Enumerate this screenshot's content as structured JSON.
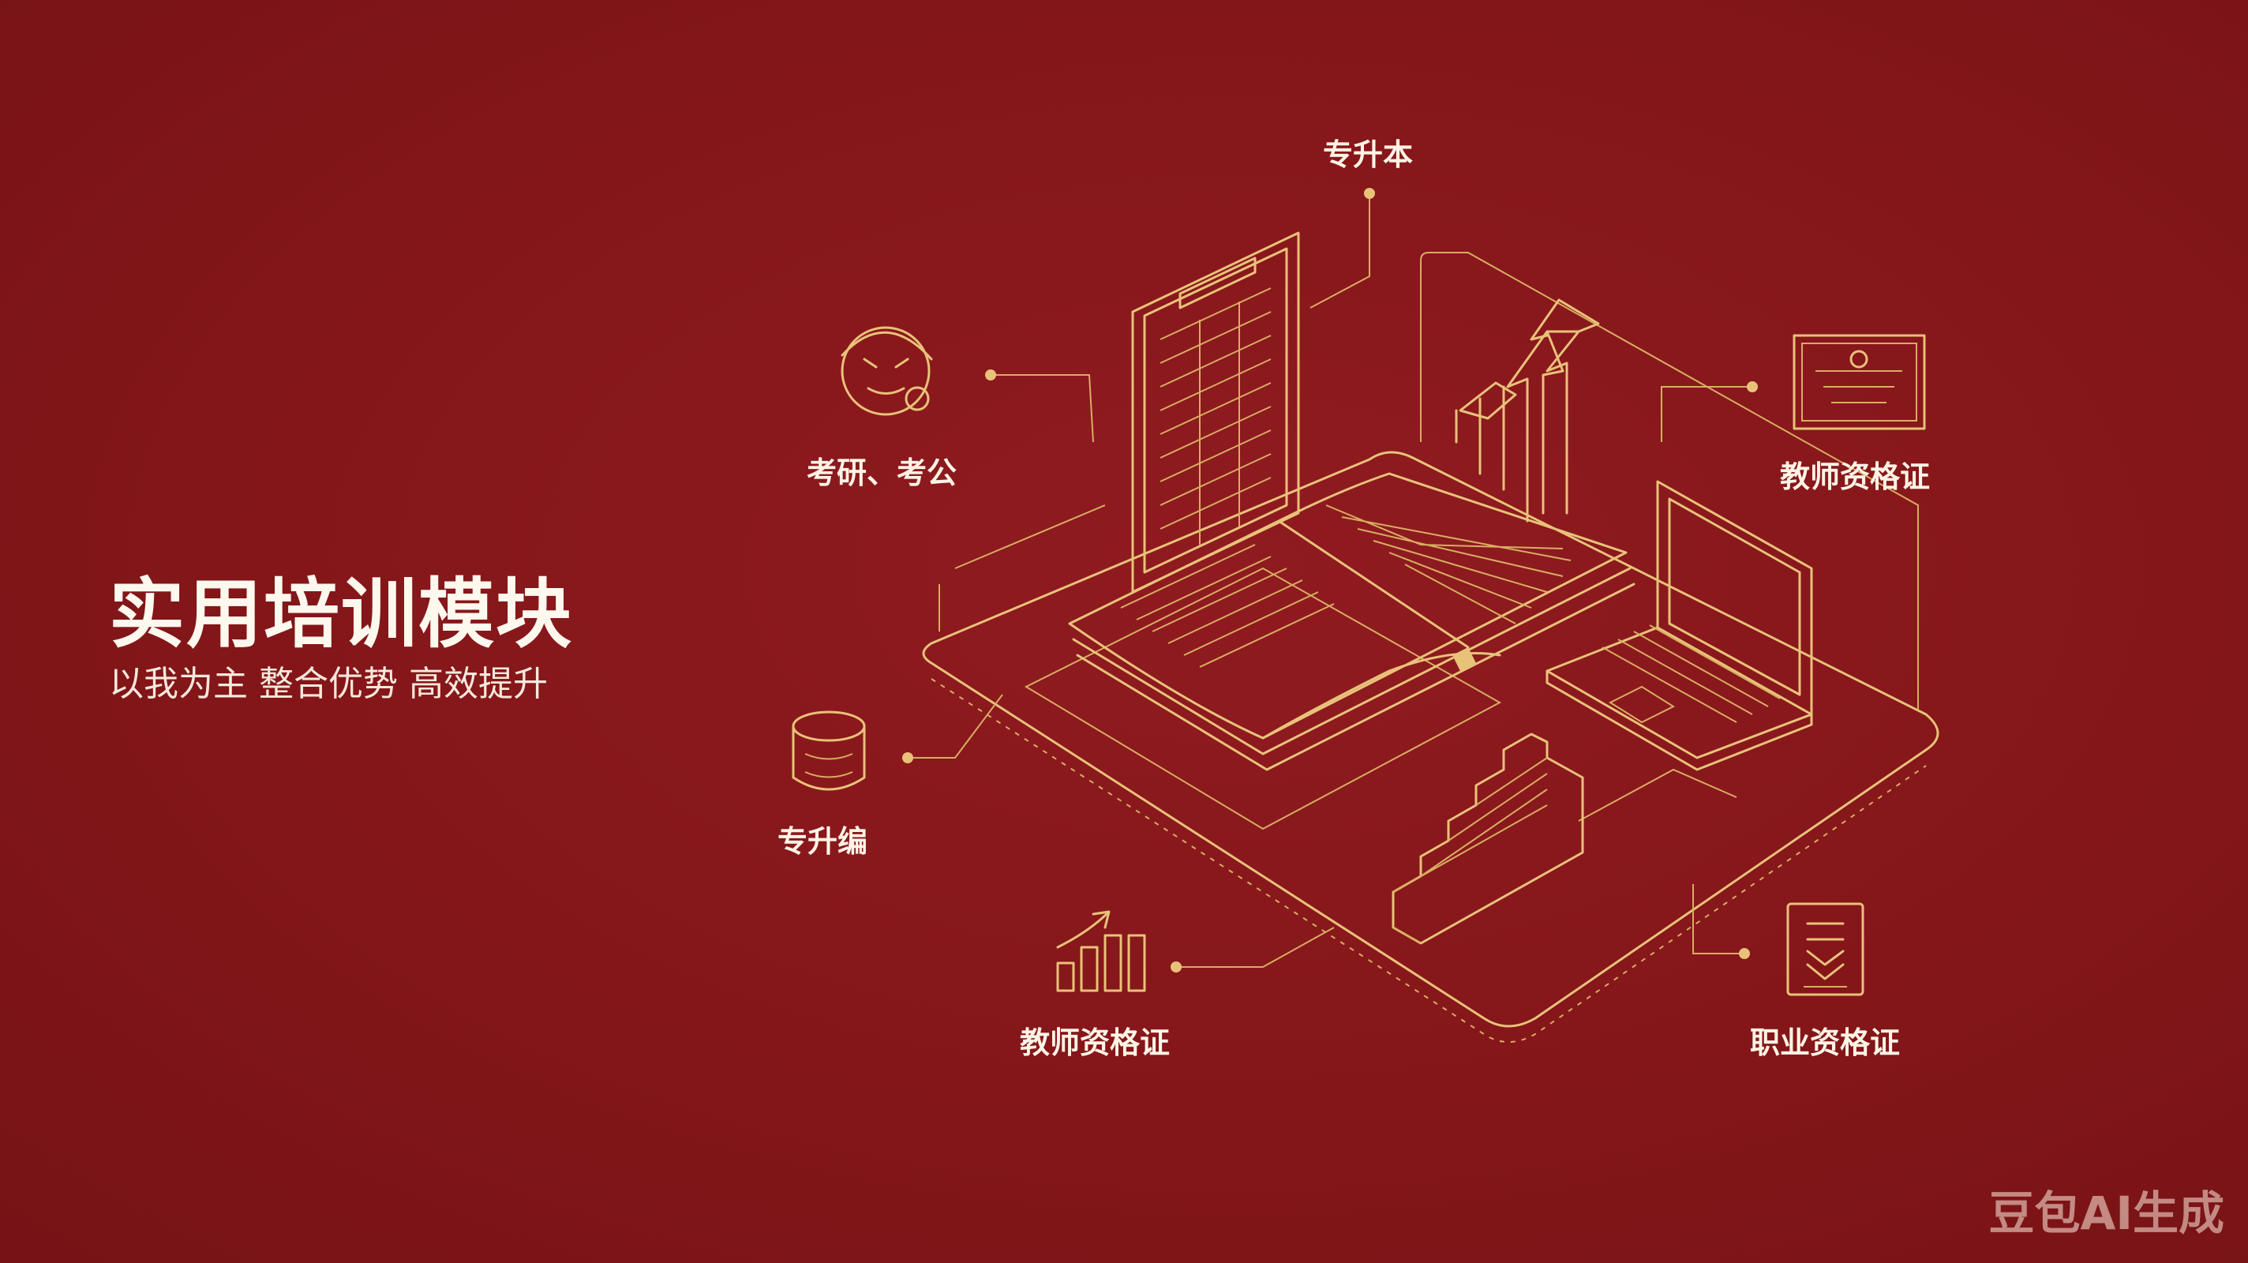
{
  "heading": {
    "title": "实用培训模块",
    "subtitle": "以我为主 整合优势 高效提升"
  },
  "modules": {
    "top": "专升本",
    "left_top": "考研、考公",
    "right_top": "教师资格证",
    "left_middle": "专升编",
    "bottom_left": "教师资格证",
    "bottom_right": "职业资格证"
  },
  "watermark": "豆包AI生成",
  "colors": {
    "background": "#841619",
    "line_art": "#e9c27a",
    "text": "#fff4e6"
  },
  "icons": [
    "book-icon",
    "clipboard-icon",
    "laptop-icon",
    "stairs-icon",
    "growth-arrow-icon",
    "face-icon",
    "database-icon",
    "certificate-icon",
    "bar-chart-icon",
    "document-icon"
  ]
}
